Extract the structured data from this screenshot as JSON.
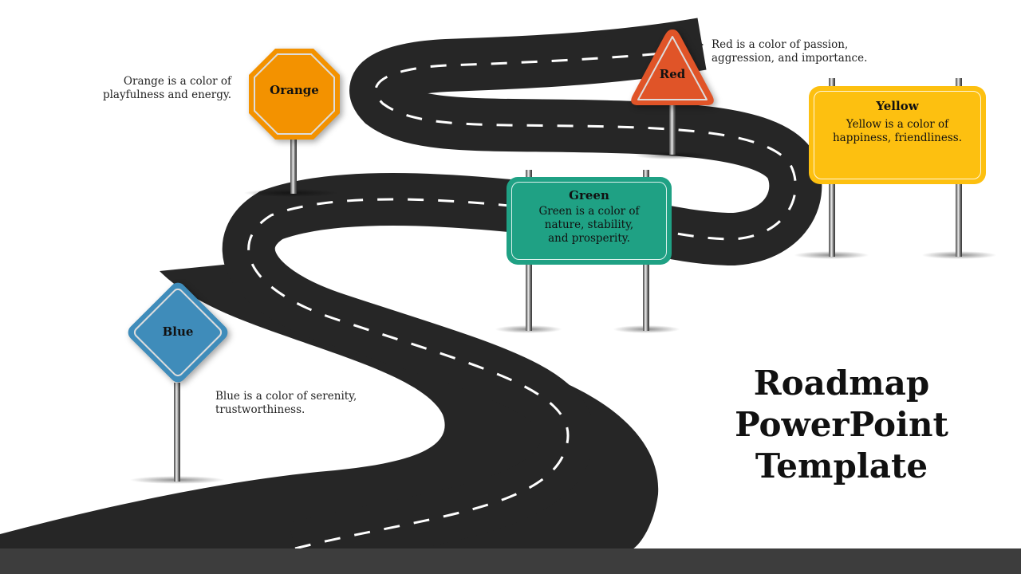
{
  "title": "Roadmap PowerPoint Template",
  "signs": {
    "orange": {
      "label": "Orange",
      "desc_line1": "Orange is a color of",
      "desc_line2": "playfulness and energy.",
      "color": "#F39200"
    },
    "red": {
      "label": "Red",
      "desc_line1": "Red is a color of passion,",
      "desc_line2": "aggression, and importance.",
      "color": "#E05428"
    },
    "yellow": {
      "label": "Yellow",
      "desc_line1": "Yellow is a color of",
      "desc_line2": "happiness, friendliness.",
      "color": "#FDC010"
    },
    "green": {
      "label": "Green",
      "desc_line1": "Green is a color of",
      "desc_line2": "nature, stability,",
      "desc_line3": "and prosperity.",
      "color": "#1FA184"
    },
    "blue": {
      "label": "Blue",
      "desc_line1": "Blue is a color of serenity,",
      "desc_line2": "trustworthiness.",
      "color": "#3F8CBA"
    }
  }
}
